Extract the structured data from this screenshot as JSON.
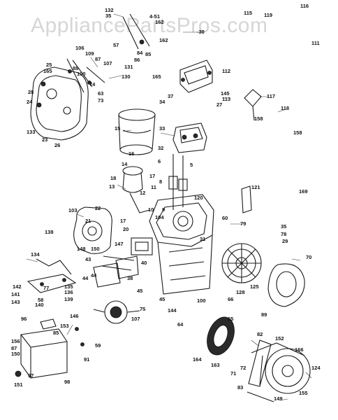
{
  "watermark": "AppliancePartsPros.com",
  "colors": {
    "background": "#ffffff",
    "ink": "#1a1a1a",
    "watermark": "#d6d6d6"
  },
  "callouts": [
    "132",
    "35",
    "4-51",
    "162",
    "-30",
    "115",
    "119",
    "116",
    "57",
    "162",
    "106",
    "109",
    "87",
    "107",
    "84",
    "86",
    "85",
    "111",
    "25",
    "165",
    "88",
    "100",
    "131",
    "130",
    "165",
    "74",
    "63",
    "73",
    "28",
    "24",
    "23",
    "133",
    "26",
    "112",
    "145",
    "113",
    "27",
    "117",
    "37",
    "34",
    "158",
    "118",
    "15",
    "33",
    "158",
    "32",
    "6",
    "5",
    "16",
    "14",
    "18",
    "17",
    "13",
    "8",
    "12",
    "11",
    "121",
    "169",
    "22",
    "21",
    "103",
    "10",
    "9",
    "20",
    "104",
    "120",
    "60",
    "79",
    "35",
    "78",
    "29",
    "17",
    "31",
    "150",
    "147",
    "138",
    "134",
    "148",
    "44",
    "43",
    "38",
    "40",
    "44",
    "45",
    "45",
    "142",
    "141",
    "143",
    "77",
    "135",
    "136",
    "139",
    "140",
    "58",
    "96",
    "146",
    "153",
    "107",
    "85",
    "75",
    "70",
    "125",
    "66",
    "128",
    "100",
    "144",
    "89",
    "64",
    "65",
    "82",
    "152",
    "166",
    "156",
    "59",
    "91",
    "87",
    "150",
    "97",
    "98",
    "151",
    "164",
    "163",
    "71",
    "72",
    "83",
    "149",
    "124",
    "155"
  ]
}
